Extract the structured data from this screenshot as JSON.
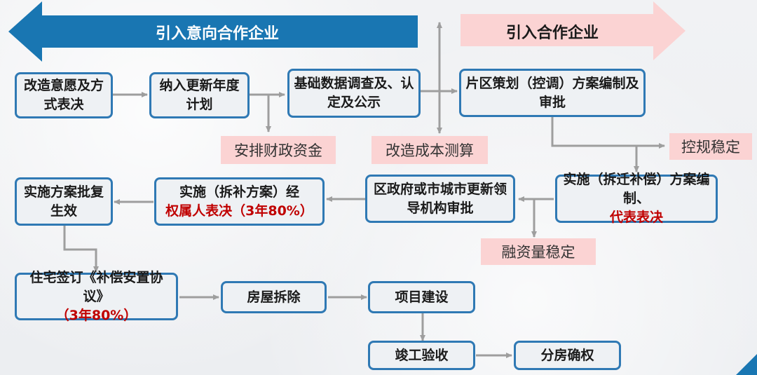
{
  "banners": {
    "left": "引入意向合作企业",
    "right": "引入合作企业"
  },
  "nodes": {
    "n1": "改造意愿及方式表决",
    "n2": "纳入更新年度计划",
    "n3": "基础数据调查及、认定及公示",
    "n4": "片区策划（控调）方案编制及审批",
    "n5_a": "实施（拆迁补偿）方案编制、",
    "n5_b": "代表表决",
    "n6": "区政府或市城市更新领导机构审批",
    "n7_a": "实施（拆补方案）经",
    "n7_b": "权属人表决（3年80%）",
    "n8": "实施方案批复生效",
    "n9_a": "住宅签订《补偿安置协议》",
    "n9_b": "（3年80%）",
    "n10": "房屋拆除",
    "n11": "项目建设",
    "n12": "竣工验收",
    "n13": "分房确权"
  },
  "labels": {
    "funds": "安排财政资金",
    "cost": "改造成本测算",
    "control": "控规稳定",
    "finance": "融资量稳定"
  },
  "colors": {
    "banner_blue": "#1976b2",
    "banner_pink": "#fbd3d3",
    "node_border": "#2f79b4",
    "highlight_red": "#c00000",
    "arrow_gray": "#9e9e9e"
  }
}
